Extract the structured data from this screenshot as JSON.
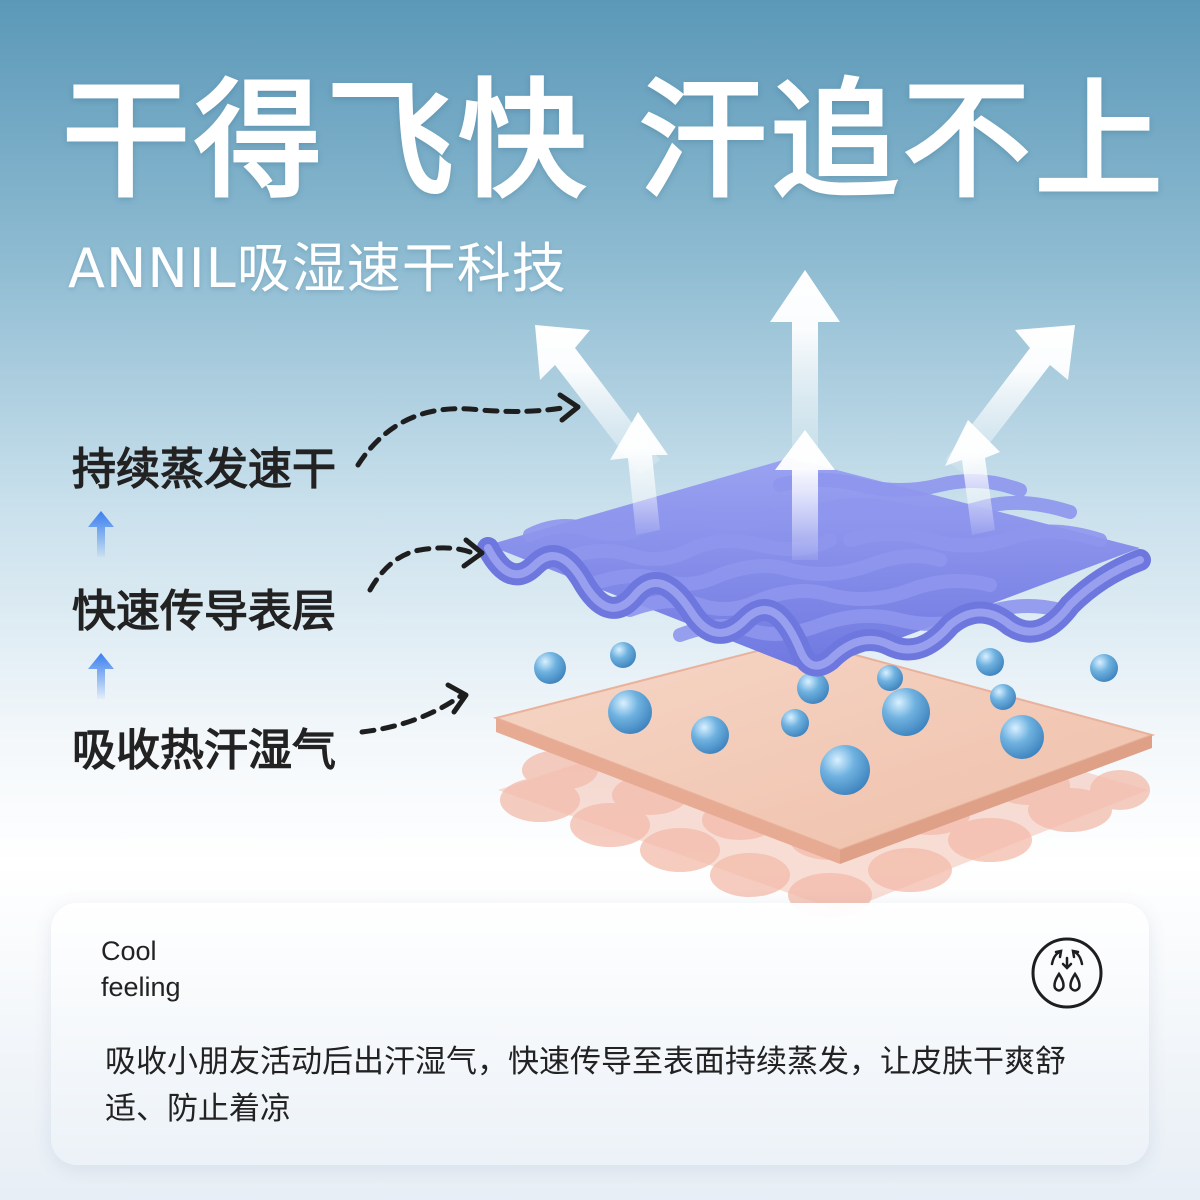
{
  "header": {
    "title": "干得飞快 汗追不上",
    "subtitle": "ANNIL吸湿速干科技"
  },
  "steps": [
    {
      "label": "持续蒸发速干"
    },
    {
      "label": "快速传导表层"
    },
    {
      "label": "吸收热汗湿气"
    }
  ],
  "card": {
    "label_line1": "Cool",
    "label_line2": "feeling",
    "description": "吸收小朋友活动后出汗湿气，快速传导至表面持续蒸发，让皮肤干爽舒适、防止着凉",
    "icon": "cool-feeling-icon"
  },
  "colors": {
    "fabric": "#7d86e8",
    "skin": "#f3c9b4",
    "droplet": "#5fa4d6",
    "arrow_blue": "#3c7ff0"
  }
}
